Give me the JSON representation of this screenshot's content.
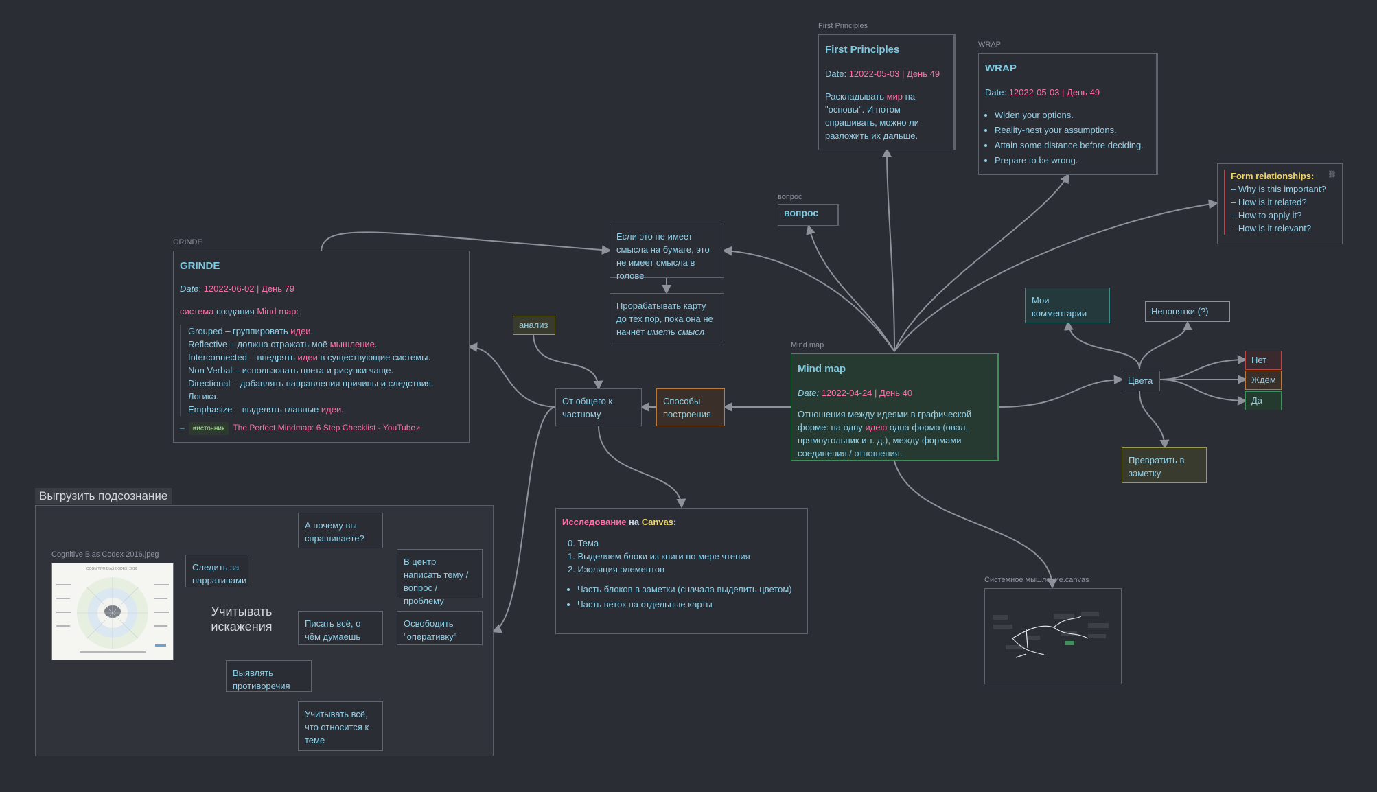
{
  "colors": {
    "background": "#2b2d35",
    "edge": "#8e9199",
    "text": "#8fd0e8",
    "accent_pink": "#ff6fa8",
    "teal": "#3c8a86",
    "orange": "#b9793b",
    "olive": "#9b9a4d",
    "green": "#3e8f5a",
    "red": "#b8484c"
  },
  "labels": {
    "first_principles": "First Principles",
    "wrap": "WRAP",
    "vopros": "вопрос",
    "grinde": "GRINDE",
    "mindmap": "Mind map",
    "cognitive_image": "Cognitive Bias Codex 2016.jpeg",
    "canvas_file": "Системное мышление.canvas"
  },
  "first_principles": {
    "title": "First Principles",
    "date_label": "Date: ",
    "date_value": "12022-05-03 | День 49",
    "body_1": "Раскладывать ",
    "body_pink": "мир",
    "body_2": " на \"основы\". И потом спрашивать, можно ли разложить их дальше."
  },
  "wrap": {
    "title": "WRAP",
    "date_label": "Date: ",
    "date_value": "12022-05-03 | День 49",
    "items": [
      "Widen your options.",
      "Reality-nest your assumptions.",
      "Attain some distance before deciding.",
      "Prepare to be wrong."
    ]
  },
  "form_rel": {
    "title": "Form relationships:",
    "items": [
      "– Why is this important?",
      "– How is it related?",
      "– How to apply it?",
      "– How is it relevant?"
    ]
  },
  "vopros": {
    "title": "вопрос"
  },
  "nonsense": {
    "text": "Если это не имеет смысла на бумаге, это не имеет смысла в голове"
  },
  "work_map": {
    "text_1": "Прорабатывать карту до тех пор, пока она не начнёт ",
    "text_ital": "иметь смысл"
  },
  "grinde": {
    "title": "GRINDE",
    "date_label": "Date",
    "date_sep": ": ",
    "date_value": "12022-06-02 | День 79",
    "intro_pink": "система",
    "intro_1": " создания ",
    "intro_pink2": "Mind map",
    ":": ":",
    "lines": [
      {
        "a": "Grouped – группировать ",
        "p": "идеи",
        "b": "."
      },
      {
        "a": "Reflective – должна отражать моё ",
        "p": "мышление",
        "b": "."
      },
      {
        "a": "Interconnected – внедрять ",
        "p": "идеи",
        "b": " в существующие системы."
      },
      {
        "a": "Non Verbal – использовать цвета и рисунки чаще.",
        "p": "",
        "b": ""
      },
      {
        "a": "Directional – добавлять направления причины и следствия. Логика.",
        "p": "",
        "b": ""
      },
      {
        "a": "Emphasize – выделять главные ",
        "p": "идеи",
        "b": "."
      }
    ],
    "source_dash": "–",
    "source_tag": "#источник",
    "source_link": "The Perfect Mindmap: 6 Step Checklist - YouTube"
  },
  "analiz": {
    "text": "анализ"
  },
  "general": {
    "text": "От общего к частному"
  },
  "methods": {
    "text": "Способы построения"
  },
  "mindmap": {
    "title": "Mind map",
    "date_label": "Date: ",
    "date_value": "12022-04-24 | День 40",
    "body_1": "Отношения между идеями в графической форме: на одну ",
    "body_pink": "идею",
    "body_2": " одна форма (овал, прямоугольник и т. д.), между формами соединения / отношения."
  },
  "comments": {
    "text": "Мои комментарии"
  },
  "unclear": {
    "text": "Непонятки (?)"
  },
  "colors_node": {
    "text": "Цвета"
  },
  "no": {
    "text": "Нет"
  },
  "wait": {
    "text": "Ждём"
  },
  "yes": {
    "text": "Да"
  },
  "to_note": {
    "text": "Превратить в заметку"
  },
  "research": {
    "title_pink": "Исследование",
    "title_mid": " на ",
    "title_yellow": "Canvas",
    "title_end": ":",
    "ol": [
      "0. Тема",
      "1. Выделяем блоки из книги по мере чтения",
      "2. Изоляция элементов"
    ],
    "ul": [
      "Часть блоков в заметки (сначала выделить цветом)",
      "Часть веток на отдельные карты"
    ]
  },
  "group": {
    "title": "Выгрузить подсознание"
  },
  "why_ask": {
    "text": "А почему вы спрашиваете?"
  },
  "center_topic": {
    "text": "В центр написать тему / вопрос / проблему"
  },
  "follow_narr": {
    "text": "Следить за нарративами"
  },
  "distortions": {
    "text": "Учитывать искажения"
  },
  "write_all": {
    "text": "Писать всё, о чём думаешь"
  },
  "free_ram": {
    "text": "Освободить \"оперативку\""
  },
  "contradictions": {
    "text": "Выявлять противоречия"
  },
  "consider_all": {
    "text": "Учитывать всё, что относится к теме"
  }
}
